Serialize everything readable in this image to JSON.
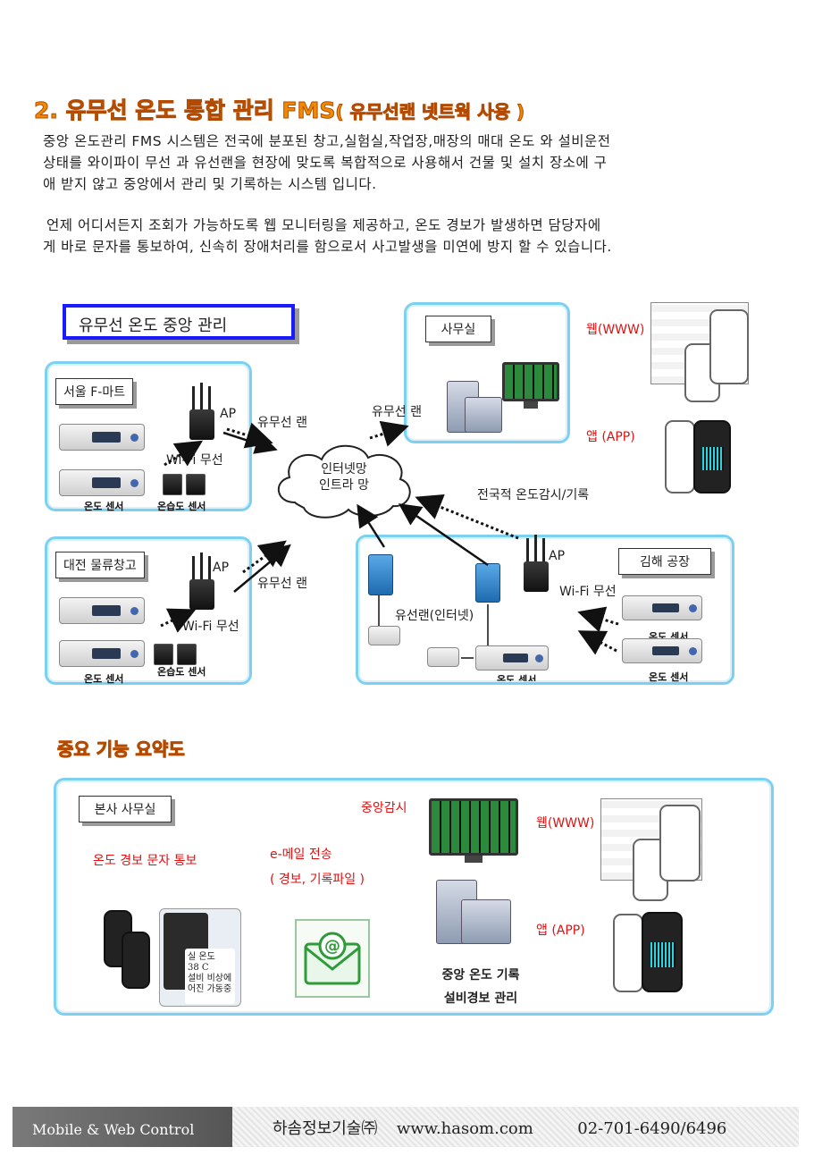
{
  "title": {
    "main": "2. 유무선 온도 통합 관리 FMS",
    "sub": "( 유무선랜 넷트웍 사용 )"
  },
  "intro": {
    "p1_l1": "중앙 온도관리 FMS 시스템은 전국에 분포된 창고,실험실,작업장,매장의 매대 온도 와 설비운전",
    "p1_l2": "상태를 와이파이 무선 과 유선랜을 현장에 맞도록 복합적으로 사용해서 건물 및 설치 장소에 구",
    "p1_l3": "애 받지 않고 중앙에서 관리 및 기록하는 시스템 입니다.",
    "p2_l1": "언제 어디서든지 조회가 가능하도록 웹 모니터링을 제공하고, 온도 경보가 발생하면 담당자에",
    "p2_l2": "게 바로 문자를 통보하여, 신속히 장애처리를 함으로서 사고발생을 미연에 방지 할 수 있습니다."
  },
  "diagram1": {
    "header": "유무선 온도 중앙 관리",
    "office": {
      "label": "사무실",
      "lan": "유무선 랜"
    },
    "web_label": "웹(WWW)",
    "app_label": "앱  (APP)",
    "cloud": {
      "line1": "인터넷망",
      "line2": "인트라 망"
    },
    "nationwide": "전국적 온도감시/기록",
    "seoul": {
      "label": "서울 F-마트",
      "ap": "AP",
      "lan": "유무선 랜",
      "wifi": "Wi-Fi 무선",
      "sensor1": "온도 센서",
      "sensor2": "온습도 센서"
    },
    "daejeon": {
      "label": "대전 물류창고",
      "ap": "AP",
      "lan": "유무선 랜",
      "wifi": "Wi-Fi 무선",
      "sensor1": "온도 센서",
      "sensor2": "온습도 센서"
    },
    "gimhae": {
      "label": "김해 공장",
      "ap": "AP",
      "wifi": "Wi-Fi 무선",
      "wired": "유선랜(인터넷)",
      "sensor1": "온도 센서",
      "sensor2": "온도 센서",
      "sensor3": "온도 센서"
    }
  },
  "summary": {
    "heading": "중요 기능 요약도",
    "hq": "본사 사무실",
    "central_monitor": "중앙감시",
    "sms": "온도 경보 문자 통보",
    "email_l1": "e-메일 전송",
    "email_l2": "( 경보, 기록파일 )",
    "web_label": "웹(WWW)",
    "app_label": "앱  (APP)",
    "record_l1": "중앙 온도 기록",
    "record_l2": "설비경보 관리",
    "phone_text_l1": "실 온도",
    "phone_text_l2": "38 C",
    "phone_text_l3": "설비 비상에",
    "phone_text_l4": "어진 가동중",
    "email_icon": "at-envelope-icon"
  },
  "footer": {
    "left": "Mobile & Web Control",
    "company": "하솜정보기술㈜",
    "url": "www.hasom.com",
    "phone": "02-701-6490/6496"
  }
}
